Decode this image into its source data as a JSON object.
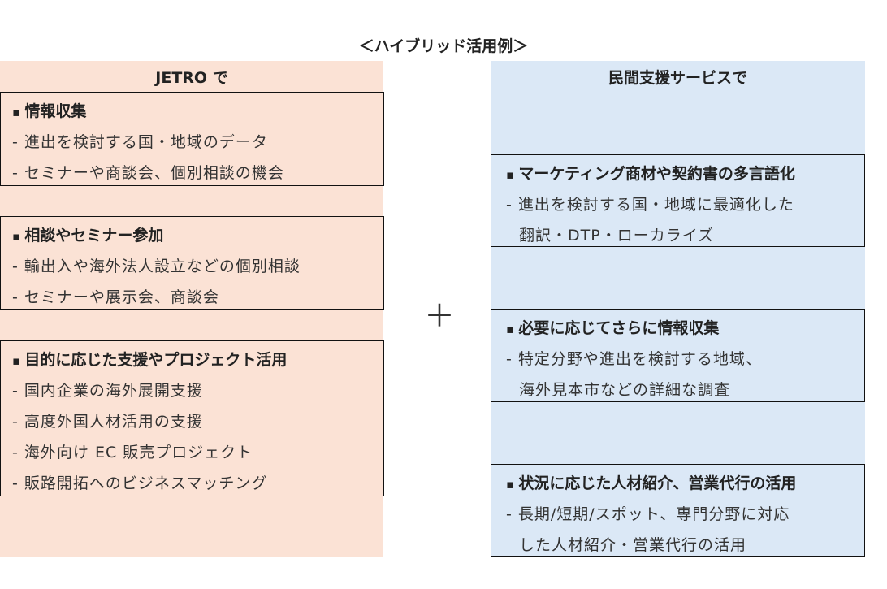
{
  "title": "＜ハイブリッド活用例＞",
  "plus": "＋",
  "left": {
    "heading": "JETRO で",
    "boxes": [
      {
        "heading": "情報収集",
        "lines": [
          "進出を検討する国・地域のデータ",
          "セミナーや商談会、個別相談の機会"
        ]
      },
      {
        "heading": "相談やセミナー参加",
        "lines": [
          "輸出入や海外法人設立などの個別相談",
          "セミナーや展示会、商談会"
        ]
      },
      {
        "heading": "目的に応じた支援やプロジェクト活用",
        "lines": [
          "国内企業の海外展開支援",
          "高度外国人材活用の支援",
          "海外向け EC 販売プロジェクト",
          "販路開拓へのビジネスマッチング"
        ]
      }
    ]
  },
  "right": {
    "heading": "民間支援サービスで",
    "boxes": [
      {
        "heading": "マーケティング商材や契約書の多言語化",
        "lines": [
          "進出を検討する国・地域に最適化した",
          "翻訳・DTP・ローカライズ"
        ]
      },
      {
        "heading": "必要に応じてさらに情報収集",
        "lines": [
          "特定分野や進出を検討する地域、",
          "海外見本市などの詳細な調査"
        ]
      },
      {
        "heading": "状況に応じた人材紹介、営業代行の活用",
        "lines": [
          "長期/短期/スポット、専門分野に対応",
          "した人材紹介・営業代行の活用"
        ]
      }
    ]
  },
  "colors": {
    "left_bg": "#fbe2d5",
    "right_bg": "#dbe8f6"
  }
}
